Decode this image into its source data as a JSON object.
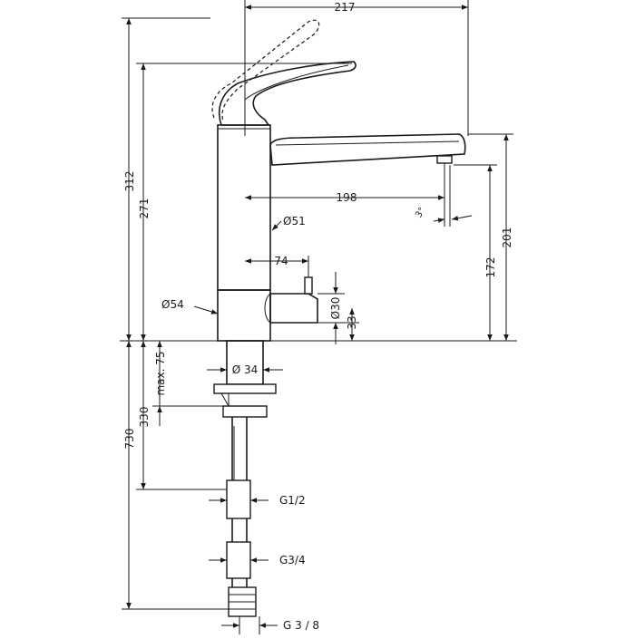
{
  "dimensions": {
    "total_reach": "217",
    "total_height": "312",
    "handle_height": "271",
    "spout_reach": "198",
    "body_diameter": "Ø51",
    "valve_offset": "74",
    "base_diameter": "Ø54",
    "valve_diameter": "Ø30",
    "valve_height": "33",
    "spout_height": "172",
    "spout_top_height": "201",
    "shank_diameter": "Ø 34",
    "max_deck": "max. 75",
    "hose_length_1": "330",
    "hose_length_2": "730",
    "thread_1": "G1/2",
    "thread_2": "G3/4",
    "thread_3": "G 3 / 8",
    "spray_angle": "3°"
  },
  "colors": {
    "line": "#1a1a1a",
    "background": "#ffffff"
  }
}
